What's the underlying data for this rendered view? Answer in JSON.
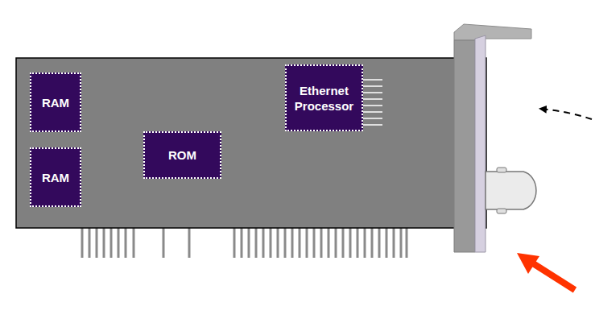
{
  "diagram": {
    "nodes": [
      {
        "text": [
          "RAM"
        ]
      },
      {
        "text": [
          "RAM"
        ]
      },
      {
        "text": [
          "ROM"
        ]
      },
      {
        "text": [
          "Ethernet Processor"
        ]
      }
    ]
  }
}
